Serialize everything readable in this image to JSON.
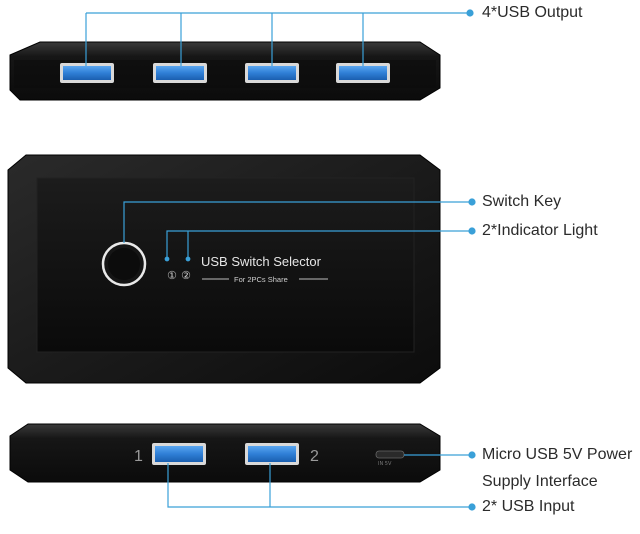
{
  "callouts": {
    "usb_output": "4*USB Output",
    "switch_key": "Switch Key",
    "indicator_light": "2*Indicator Light",
    "micro_usb_line1": "Micro USB 5V Power",
    "micro_usb_line2": "Supply Interface",
    "usb_input": "2* USB Input"
  },
  "device": {
    "title": "USB Switch Selector",
    "subtitle": "For 2PCs Share",
    "indicator_1": "①",
    "indicator_2": "②",
    "input_port_1": "1",
    "input_port_2": "2",
    "micro_port_label": "IN 5V"
  },
  "colors": {
    "leader_line": "#3aa0d8",
    "usb_port_blue": "#2f7fd6",
    "body_black": "#111111"
  }
}
